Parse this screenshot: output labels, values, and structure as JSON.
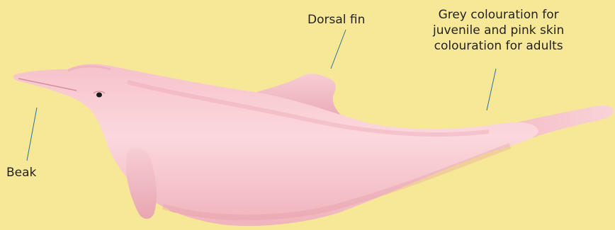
{
  "colors": {
    "background": "#f6e897",
    "body_light": "#fbd8dd",
    "body_mid": "#f3b9c1",
    "body_dark": "#e29aa6",
    "eye": "#1a1a1a",
    "leader_line": "#2f6f99",
    "label_text": "#231f20"
  },
  "labels": {
    "dorsal_fin": "Dorsal fin",
    "colouration": [
      "Grey colouration for",
      "juvenile and pink skin",
      "colouration for adults"
    ],
    "beak": "Beak"
  }
}
